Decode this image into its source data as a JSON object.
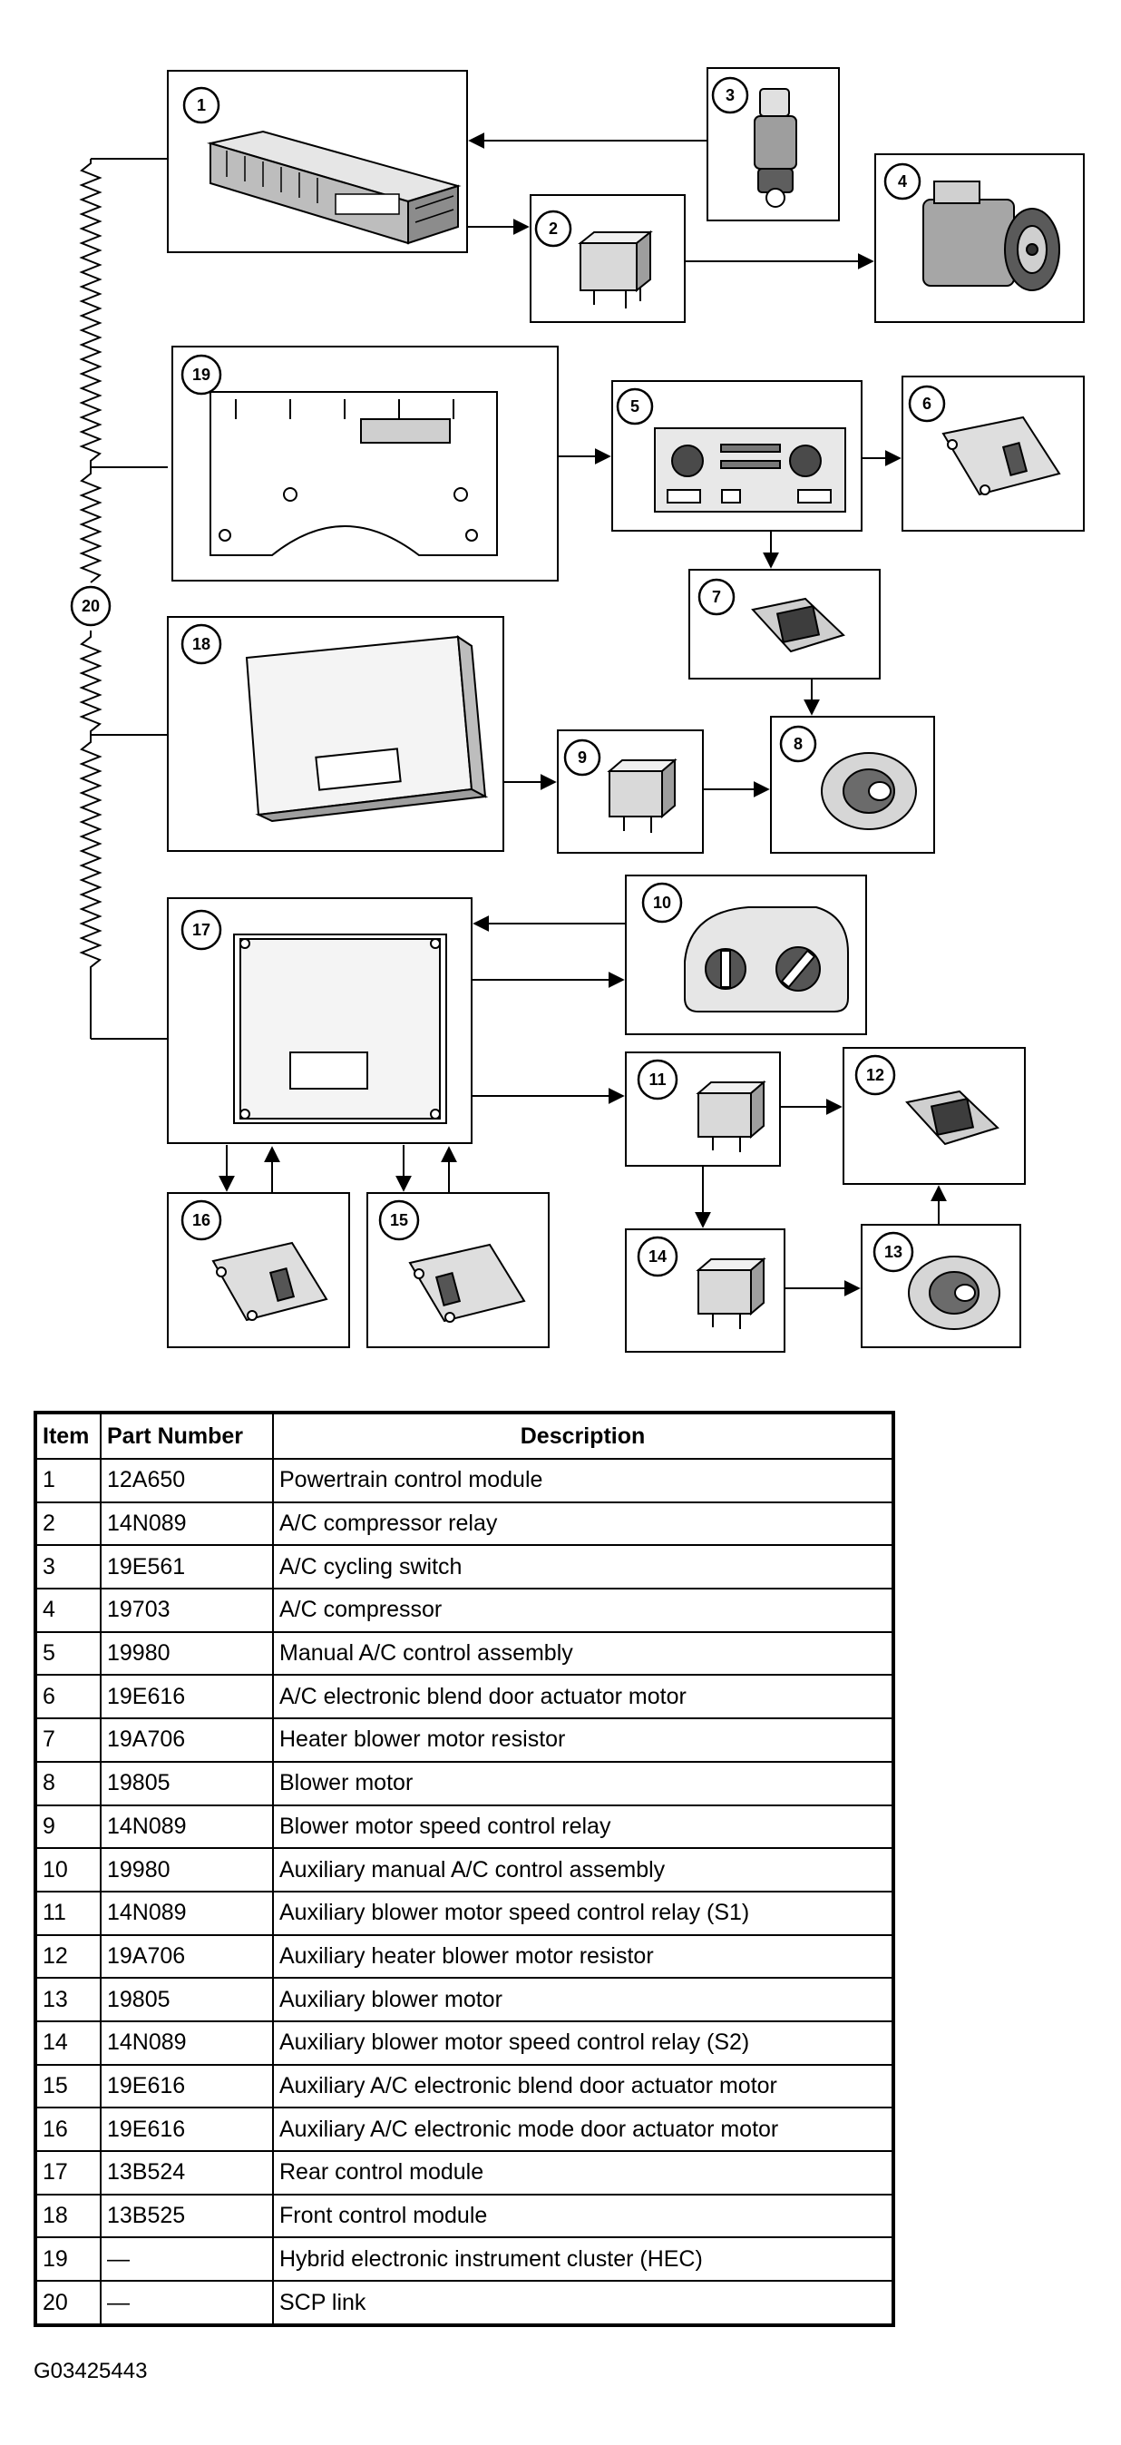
{
  "callouts": [
    "1",
    "2",
    "3",
    "4",
    "5",
    "6",
    "7",
    "8",
    "9",
    "10",
    "11",
    "12",
    "13",
    "14",
    "15",
    "16",
    "17",
    "18",
    "19",
    "20"
  ],
  "table": {
    "headers": [
      "Item",
      "Part Number",
      "Description"
    ],
    "rows": [
      [
        "1",
        "12A650",
        "Powertrain control module"
      ],
      [
        "2",
        "14N089",
        "A/C compressor relay"
      ],
      [
        "3",
        "19E561",
        "A/C cycling switch"
      ],
      [
        "4",
        "19703",
        "A/C compressor"
      ],
      [
        "5",
        "19980",
        "Manual A/C control assembly"
      ],
      [
        "6",
        "19E616",
        "A/C electronic blend door actuator motor"
      ],
      [
        "7",
        "19A706",
        "Heater blower motor resistor"
      ],
      [
        "8",
        "19805",
        "Blower motor"
      ],
      [
        "9",
        "14N089",
        "Blower motor speed control relay"
      ],
      [
        "10",
        "19980",
        "Auxiliary manual A/C control assembly"
      ],
      [
        "11",
        "14N089",
        "Auxiliary blower motor speed control relay (S1)"
      ],
      [
        "12",
        "19A706",
        "Auxiliary heater blower motor resistor"
      ],
      [
        "13",
        "19805",
        "Auxiliary blower motor"
      ],
      [
        "14",
        "14N089",
        "Auxiliary blower motor speed control relay (S2)"
      ],
      [
        "15",
        "19E616",
        "Auxiliary A/C electronic blend door actuator motor"
      ],
      [
        "16",
        "19E616",
        "Auxiliary A/C electronic mode door actuator motor"
      ],
      [
        "17",
        "13B524",
        "Rear control module"
      ],
      [
        "18",
        "13B525",
        "Front control module"
      ],
      [
        "19",
        "—",
        "Hybrid electronic instrument cluster (HEC)"
      ],
      [
        "20",
        "—",
        "SCP link"
      ]
    ]
  },
  "figure_code": "G03425443"
}
